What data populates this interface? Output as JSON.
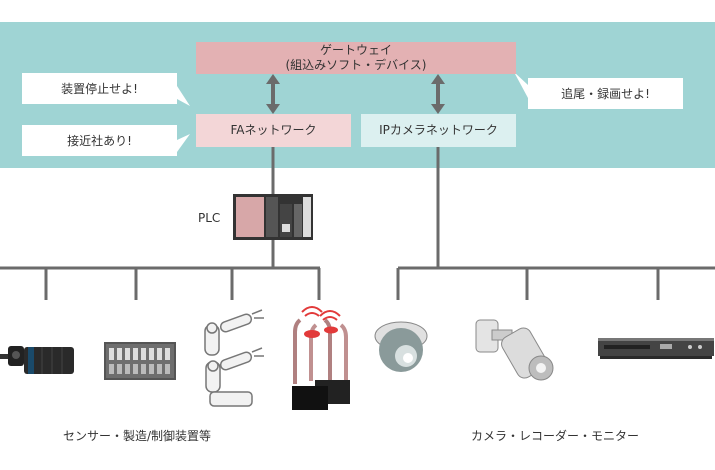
{
  "gateway": {
    "line1": "ゲートウェイ",
    "line2": "(組込みソフト・デバイス)"
  },
  "networks": {
    "fa": "FAネットワーク",
    "ip": "IPカメラネットワーク"
  },
  "bubbles": {
    "stop": "装置停止せよ!",
    "approach": "接近社あり!",
    "track": "追尾・録画せよ!"
  },
  "plc": {
    "label": "PLC"
  },
  "captions": {
    "left": "センサー・製造/制御装置等",
    "right": "カメラ・レコーダー・モニター"
  },
  "colors": {
    "band": "#9fd4d4",
    "gateway": "#e3b1b3",
    "fa": "#f3d6d7",
    "ip": "#dcf0f0",
    "line": "#6b6b6b"
  },
  "icons": [
    "sensor-icon",
    "control-panel-icon",
    "robot-arm-icon",
    "security-gate-icon",
    "dome-camera-icon",
    "bullet-camera-icon",
    "recorder-icon"
  ]
}
